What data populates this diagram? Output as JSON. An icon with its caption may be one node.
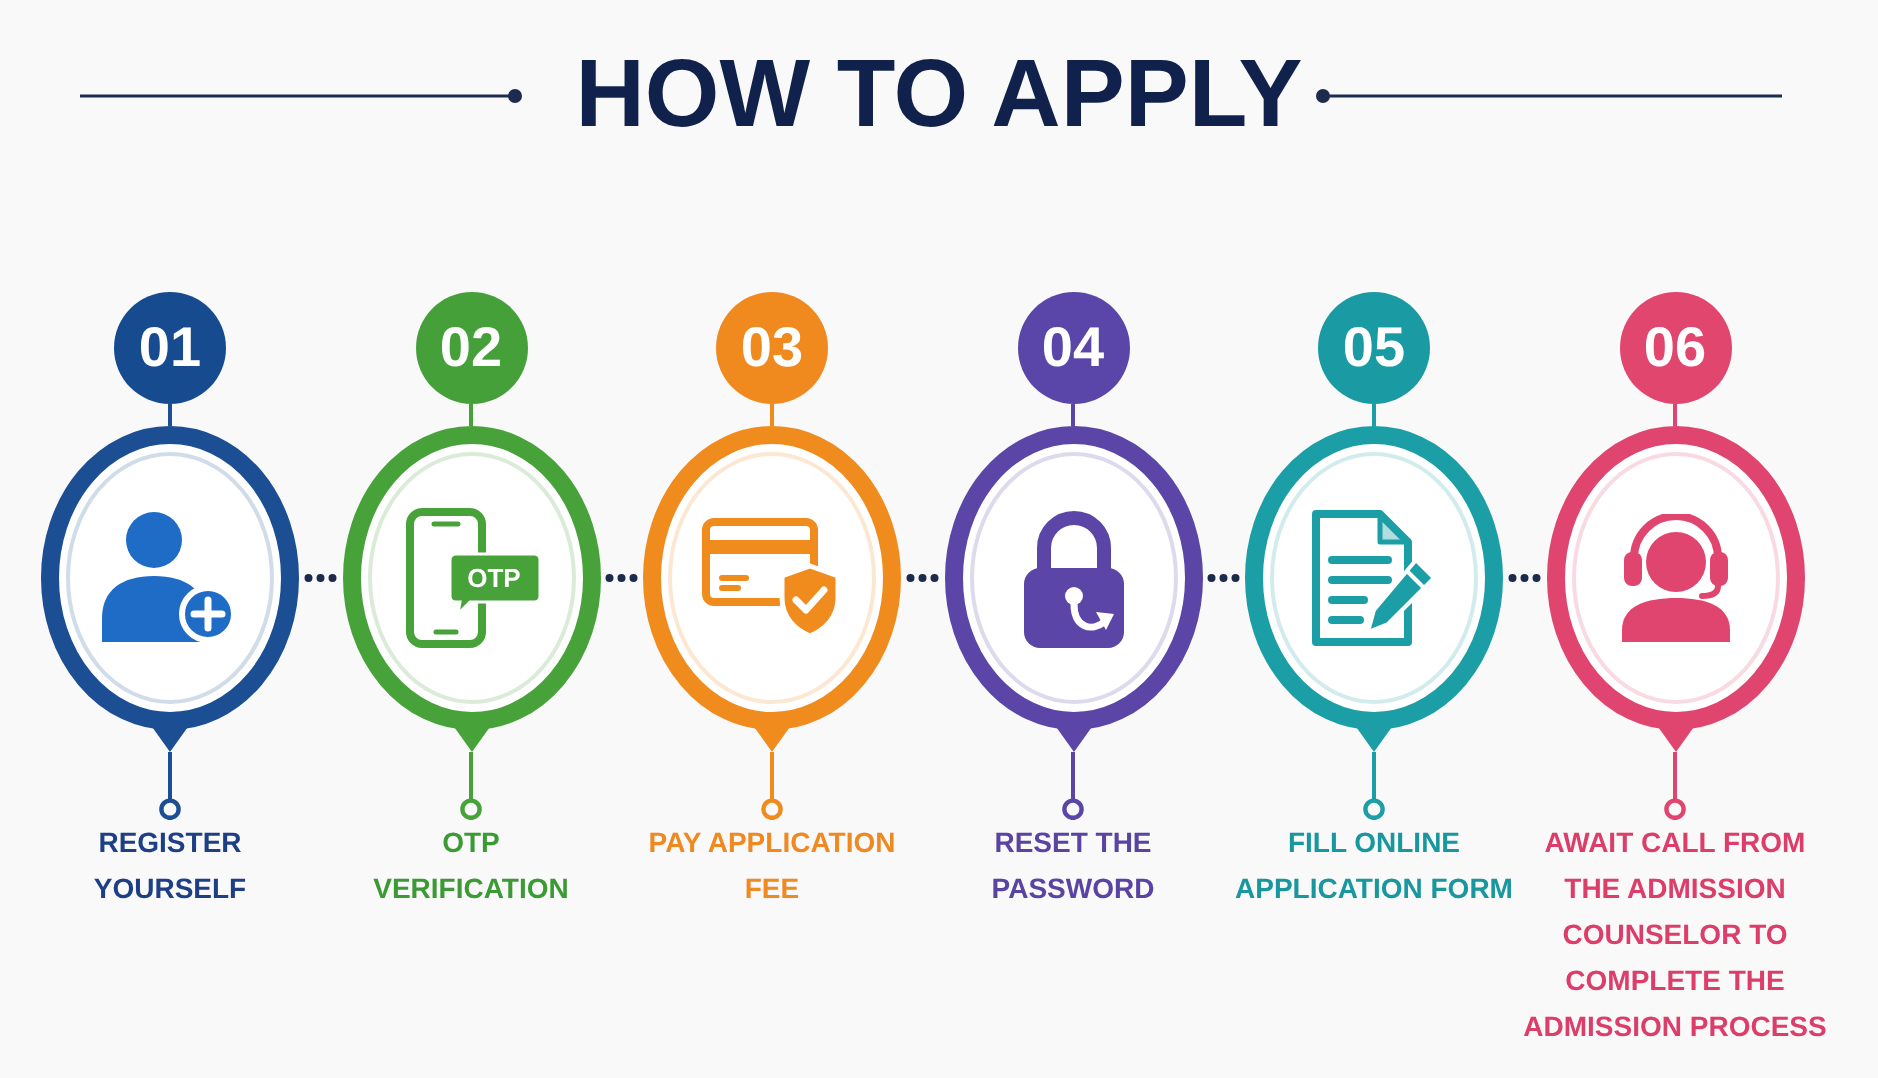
{
  "diagram": {
    "title": "HOW TO APPLY",
    "nodes": [
      {
        "text": [
          "01"
        ]
      },
      {
        "text": [],
        "shape": "circle"
      },
      {
        "text": [
          "REGISTER YOURSELF"
        ]
      },
      {
        "text": [
          "02"
        ]
      },
      {
        "text": [
          "OTP"
        ]
      },
      {
        "text": [
          "OTP VERIFICATION"
        ]
      },
      {
        "text": [
          "03"
        ]
      },
      {
        "text": [],
        "shape": "circle"
      },
      {
        "text": [
          "PAY APPLICATION FEE"
        ]
      },
      {
        "text": [
          "04"
        ]
      },
      {
        "text": [],
        "shape": "circle"
      },
      {
        "text": [
          "RESET THE PASSWORD"
        ]
      },
      {
        "text": [
          "05"
        ]
      },
      {
        "text": [],
        "shape": "circle"
      },
      {
        "text": [
          "FILL ONLINE APPLICATION FORM"
        ]
      },
      {
        "text": [
          "06"
        ]
      },
      {
        "text": [],
        "shape": "circle"
      },
      {
        "text": [
          "AWAIT CALL FROM THE ADMISSION COUNSELOR TO COMPLETE THE ADMISSION PROCESS"
        ]
      }
    ],
    "edges": [
      {
        "from": 0,
        "to": 1,
        "arrow": "none",
        "color": "#1b4e93"
      },
      {
        "from": 1,
        "to": 2,
        "arrow": "other",
        "color": "#1b4e93"
      },
      {
        "from": 1,
        "to": 4,
        "arrow": "none",
        "style": "dashed"
      },
      {
        "from": 3,
        "to": 4,
        "arrow": "none",
        "color": "#47a23a"
      },
      {
        "from": 4,
        "to": 5,
        "arrow": "other",
        "color": "#47a23a"
      },
      {
        "from": 4,
        "to": 7,
        "arrow": "none",
        "style": "dashed"
      },
      {
        "from": 6,
        "to": 7,
        "arrow": "none",
        "color": "#f08b1e"
      },
      {
        "from": 7,
        "to": 8,
        "arrow": "other",
        "color": "#f08b1e"
      },
      {
        "from": 7,
        "to": 10,
        "arrow": "none",
        "style": "dashed"
      },
      {
        "from": 9,
        "to": 10,
        "arrow": "none",
        "color": "#5b45a7"
      },
      {
        "from": 10,
        "to": 11,
        "arrow": "other",
        "color": "#5b45a7"
      },
      {
        "from": 10,
        "to": 13,
        "arrow": "none",
        "style": "dashed"
      },
      {
        "from": 12,
        "to": 13,
        "arrow": "none",
        "color": "#1c9ea6"
      },
      {
        "from": 13,
        "to": 14,
        "arrow": "other",
        "color": "#1c9ea6"
      },
      {
        "from": 13,
        "to": 16,
        "arrow": "none",
        "style": "dashed"
      },
      {
        "from": 15,
        "to": 16,
        "arrow": "none",
        "color": "#e0456f"
      },
      {
        "from": 16,
        "to": 17,
        "arrow": "other",
        "color": "#e0456f"
      }
    ]
  }
}
